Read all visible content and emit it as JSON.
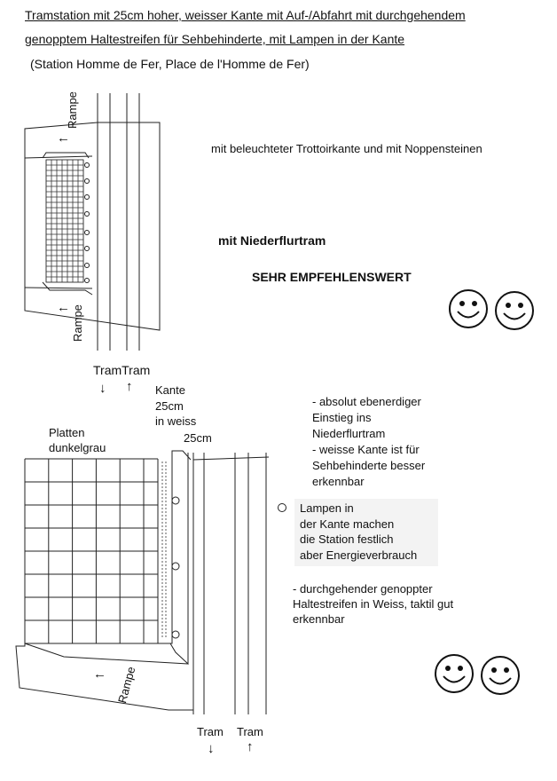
{
  "title": {
    "line1": "Tramstation mit 25cm hoher, weisser Kante mit Auf-/Abfahrt mit durchgehendem",
    "line2": "genopptem Haltestreifen für Sehbehinderte, mit Lampen in der Kante",
    "station": "(Station Homme de Fer, Place de l'Homme de Fer)"
  },
  "top": {
    "rampe_top": "Rampe",
    "rampe_bottom": "Rampe",
    "arrow_left": "←",
    "note": "mit beleuchteter Trottoirkante und mit Noppensteinen",
    "niederflur": "mit Niederflurtram",
    "recommend": "SEHR EMPFEHLENSWERT",
    "tram_label": "TramTram",
    "arrow_down": "↓",
    "arrow_up": "↑"
  },
  "bottom": {
    "kante": "Kante",
    "kante_height": "25cm",
    "kante_color": "in weiss",
    "height_25": "25cm",
    "platten_1": "Platten",
    "platten_2": "dunkelgrau",
    "rampe": "Rampe",
    "arrow_left": "←",
    "tram_left": "Tram",
    "tram_right": "Tram",
    "arrow_down": "↓",
    "arrow_up": "↑"
  },
  "notes": {
    "n1_l1": "- absolut ebenerdiger",
    "n1_l2": "Einstieg ins",
    "n1_l3": "Niederflurtram",
    "n2_l1": "- weisse Kante ist für",
    "n2_l2": "Sehbehinderte besser",
    "n2_l3": "erkennbar",
    "lamp_l1": "Lampen in",
    "lamp_l2": "der Kante machen",
    "lamp_l3": "die Station festlich",
    "lamp_l4": "aber Energieverbrauch",
    "n3_l1": "- durchgehender genoppter",
    "n3_l2": "Haltestreifen in Weiss, taktil gut",
    "n3_l3": "erkennbar"
  }
}
